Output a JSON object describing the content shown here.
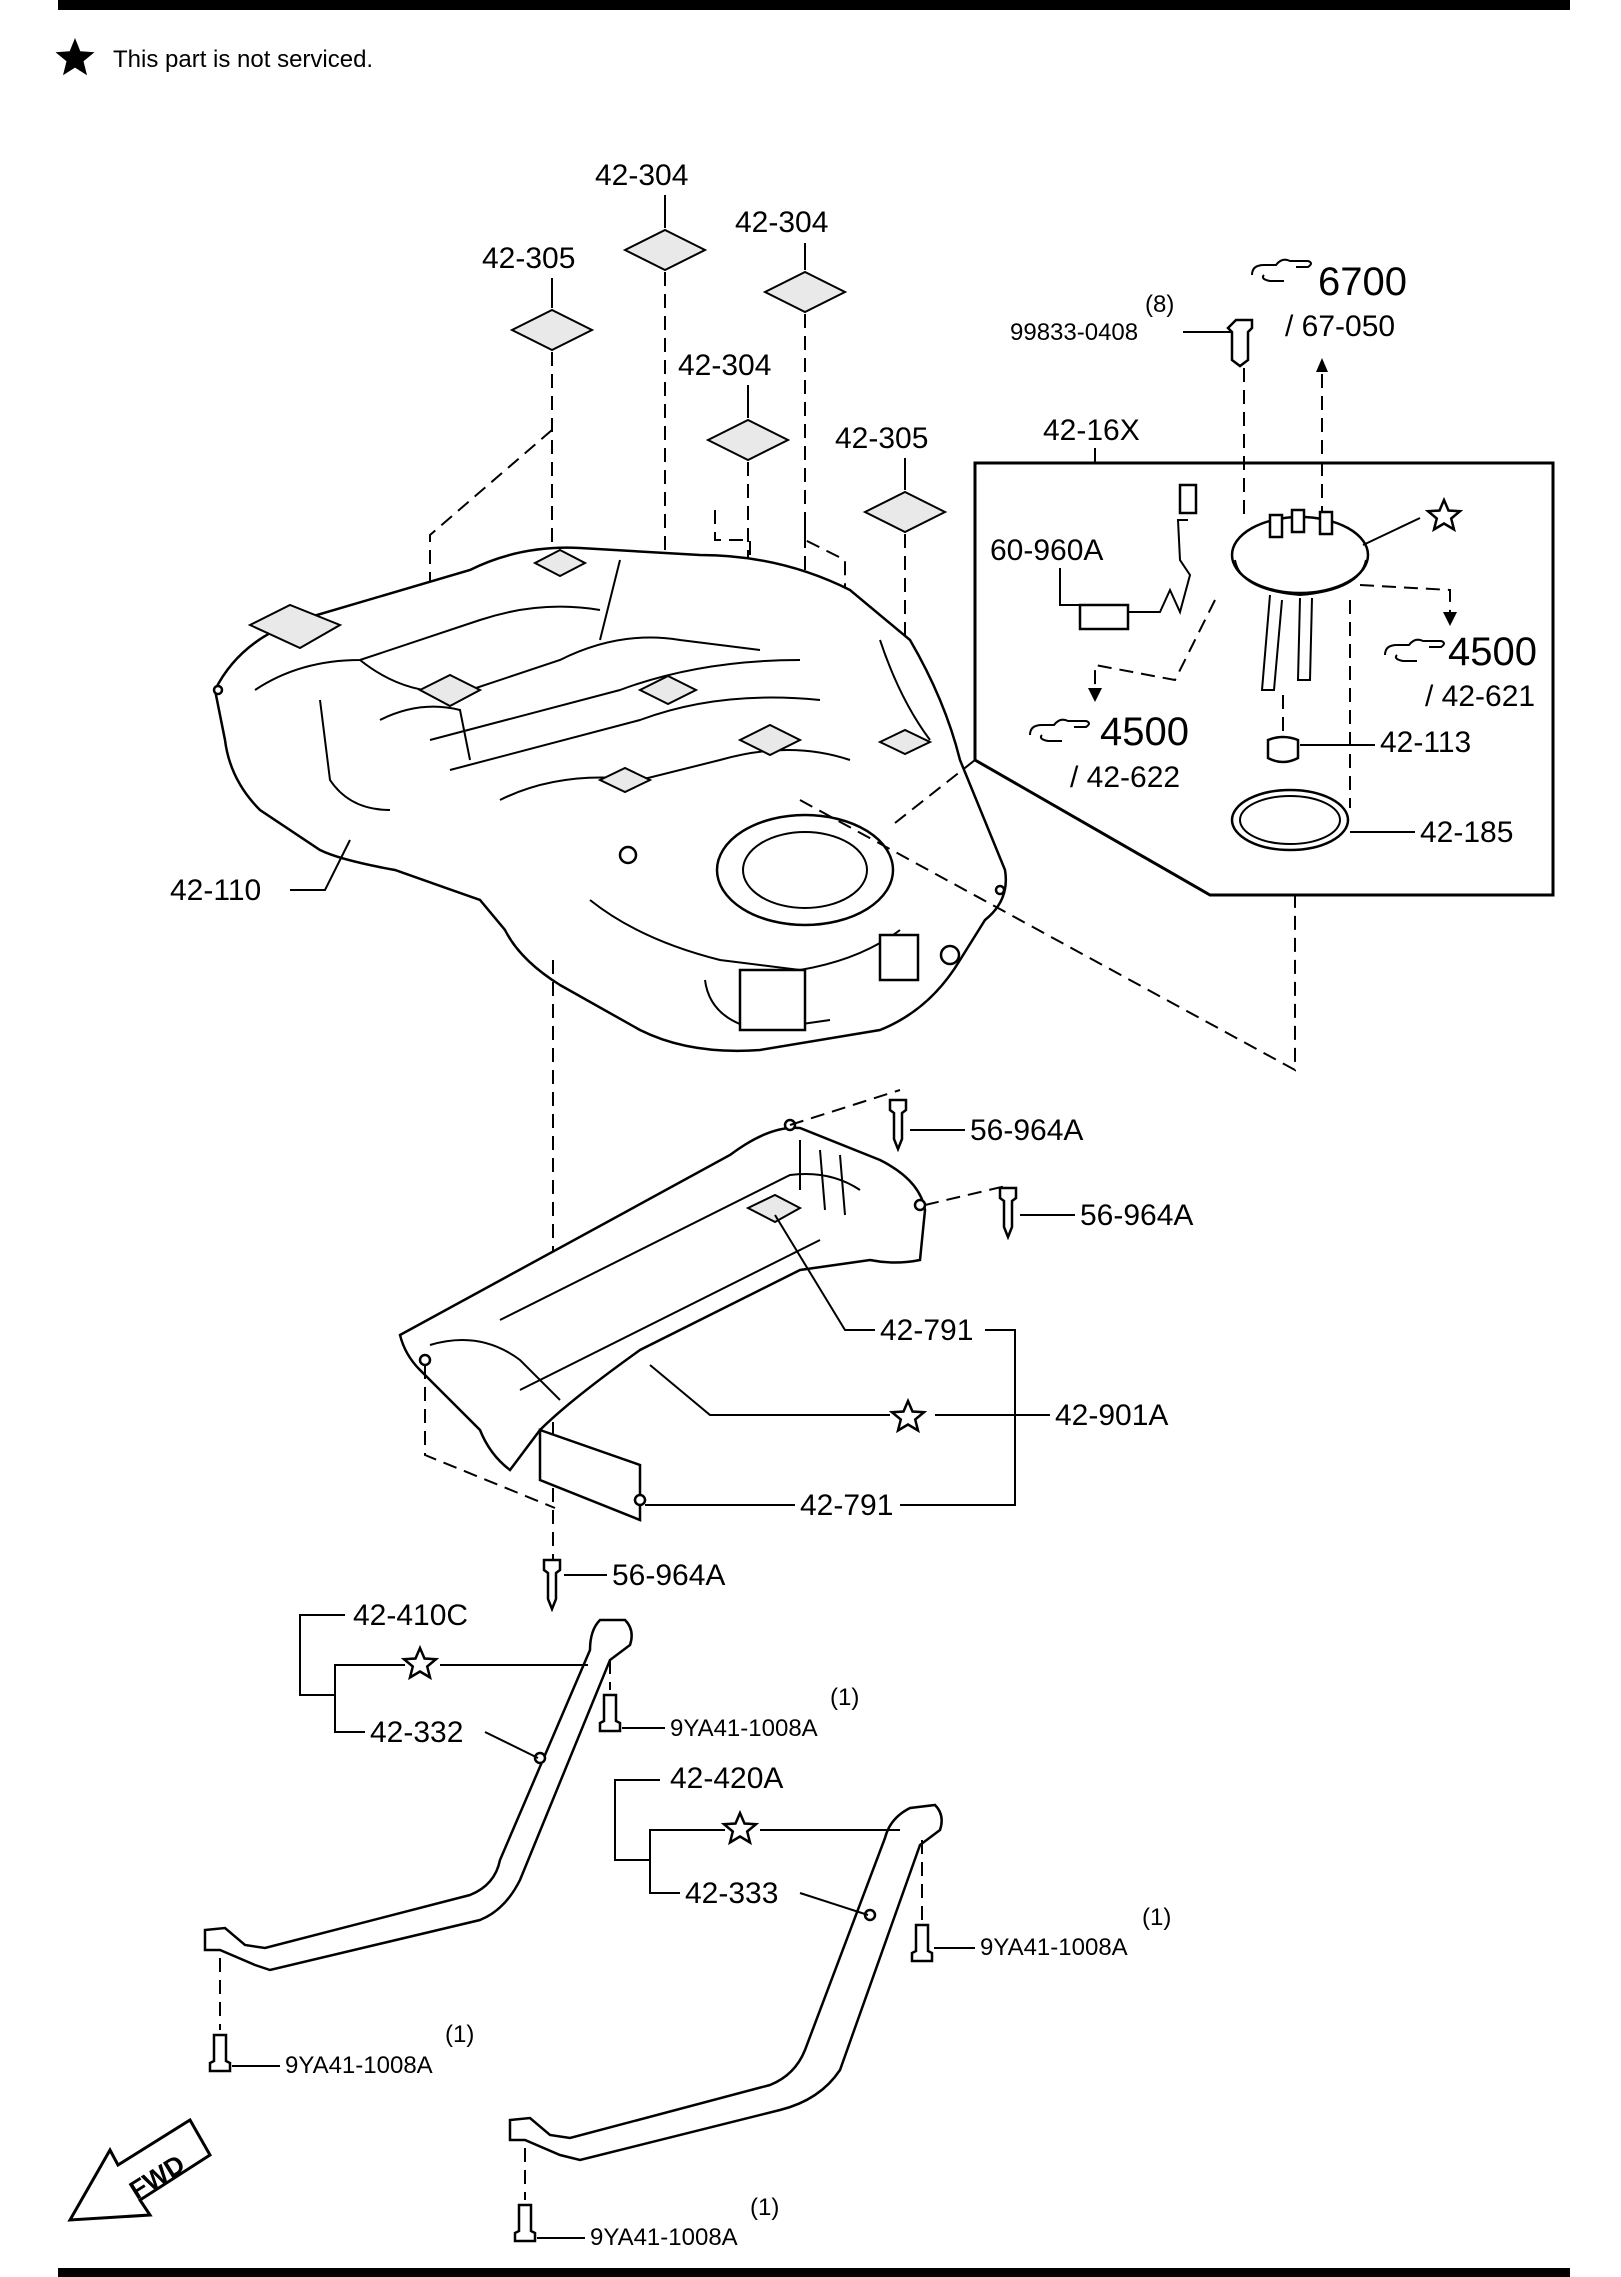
{
  "legend": {
    "star_note": "This part is not serviced."
  },
  "labels": {
    "p42_304_a": "42-304",
    "p42_304_b": "42-304",
    "p42_304_c": "42-304",
    "p42_305_a": "42-305",
    "p42_305_b": "42-305",
    "p99833_qty": "(8)",
    "p99833": "99833-0408",
    "ref6700": "6700",
    "ref67050": "/ 67-050",
    "p42_16x": "42-16X",
    "p60_960a": "60-960A",
    "ref4500_a": "4500",
    "ref42621": "/ 42-621",
    "ref4500_b": "4500",
    "ref42622": "/ 42-622",
    "p42_113": "42-113",
    "p42_185": "42-185",
    "p42_110": "42-110",
    "p56_964a_a": "56-964A",
    "p56_964a_b": "56-964A",
    "p56_964a_c": "56-964A",
    "p42_791_a": "42-791",
    "p42_791_b": "42-791",
    "p42_901a": "42-901A",
    "p42_410c": "42-410C",
    "p42_332": "42-332",
    "p9ya_qty_a": "(1)",
    "p9ya_a": "9YA41-1008A",
    "p42_420a": "42-420A",
    "p42_333": "42-333",
    "p9ya_qty_b": "(1)",
    "p9ya_b": "9YA41-1008A",
    "p9ya_qty_c": "(1)",
    "p9ya_c": "9YA41-1008A",
    "p9ya_qty_d": "(1)",
    "p9ya_d": "9YA41-1008A",
    "fwd": "FWD"
  },
  "icons": {
    "star": "star-icon",
    "pointing_hand": "pointing-hand-icon",
    "fwd_arrow": "fwd-arrow-icon"
  }
}
